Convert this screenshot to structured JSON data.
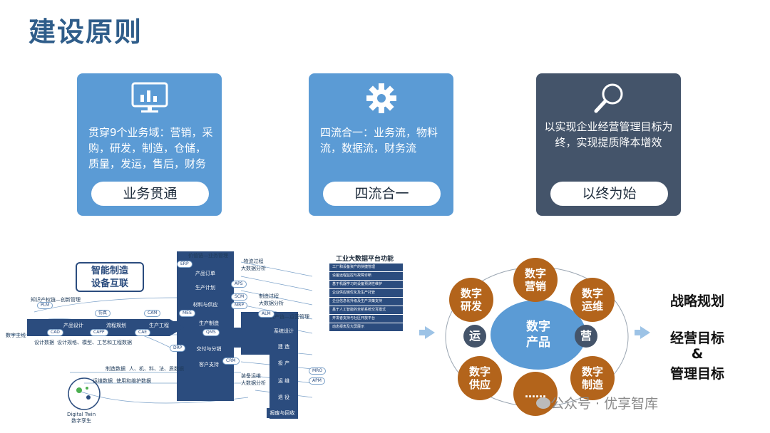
{
  "page": {
    "title": "建设原则"
  },
  "cards": [
    {
      "desc": "贯穿9个业务域：营销，采购，研发，制造，仓储，质量，发运，售后，财务",
      "label": "业务贯通",
      "icon": "monitor-chart-icon",
      "color": "#5b9bd5"
    },
    {
      "desc": "四流合一：业务流，物料流，数据流，财务流",
      "label": "四流合一",
      "icon": "gear-icon",
      "color": "#5b9bd5"
    },
    {
      "desc": "以实现企业经营管理目标为终，实现提质降本增效",
      "label": "以终为始",
      "icon": "magnifier-icon",
      "color": "#44546a"
    }
  ],
  "diagram": {
    "smart_box": [
      "智能制造",
      "设备互联"
    ],
    "value_chain": "价值链—业务管理",
    "innovation_chain": "知识产权链—创新管理",
    "asset_chain": "资产链—运营管理",
    "logistics_analysis": [
      "物流过程",
      "大数据分析"
    ],
    "manufacturing_analysis": [
      "制造过程",
      "大数据分析"
    ],
    "equipment_analysis": [
      "装备运维",
      "大数据分析"
    ],
    "digital_thread": "数字主线",
    "design_data": "设计数据",
    "design_data_desc": "设计规格、模型、工艺和工程数据",
    "mfg_data": "制造数据",
    "mfg_data_desc": "人、机、料、法、质数据",
    "ops_data": "运维数据",
    "ops_data_desc": "使用和维护数据",
    "digital_twin": [
      "Digital Twin",
      "数字孪生"
    ],
    "boxes": {
      "order": "产品订单",
      "plan": "生产计划",
      "material": "材料与供应",
      "produce": "生产制造",
      "deliver": "交付与分销",
      "support": "客户支持",
      "product_design": "产品设计",
      "process_plan": "流程规划",
      "production_eng": "生产工程",
      "simulation": "仿真",
      "system_design": "系统设计",
      "build": "建 造",
      "commission": "投 产",
      "operate": "运 维",
      "retire": "退 役",
      "scrap": "报废与回收"
    },
    "tags": {
      "erp": "ERP",
      "plm": "PLM",
      "alm": "ALM",
      "aps": "APS",
      "scm": "SCM",
      "mrp": "MRP",
      "cam": "CAM",
      "mes": "MES",
      "cad": "CAD",
      "capp": "CAPP",
      "cae": "CAE",
      "qms": "QMS",
      "drp": "DRP",
      "crm": "CRM",
      "mro": "MRO",
      "apm": "APM"
    },
    "functions_title": "工业大数据平台功能",
    "functions": [
      "工厂和设备资产的快捷管理",
      "设备远程监控与故障诊断",
      "基于机器学习的设备预测性维护",
      "企业供应链优化及生产托管",
      "企业信息化升级及生产决策支持",
      "基于人工智能的全新系统交互模式",
      "开发者支持与社区开放平台",
      "动态报表及大屏展示"
    ]
  },
  "ecosystem": {
    "center": [
      "数字",
      "产品"
    ],
    "nodes": [
      {
        "id": "marketing",
        "text": [
          "数字",
          "营销"
        ]
      },
      {
        "id": "ops",
        "text": [
          "数字",
          "运维"
        ]
      },
      {
        "id": "manufacture",
        "text": [
          "数字",
          "制造"
        ]
      },
      {
        "id": "more",
        "text": [
          "……"
        ]
      },
      {
        "id": "supply",
        "text": [
          "数字",
          "供应"
        ]
      },
      {
        "id": "rnd",
        "text": [
          "数字",
          "研发"
        ]
      }
    ],
    "left_tag": "运",
    "right_tag": "营"
  },
  "strategy": {
    "title": "战略规划",
    "line1": "经营目标",
    "line2": "&",
    "line3": "管理目标"
  },
  "watermark": "公众号 · 优享智库"
}
